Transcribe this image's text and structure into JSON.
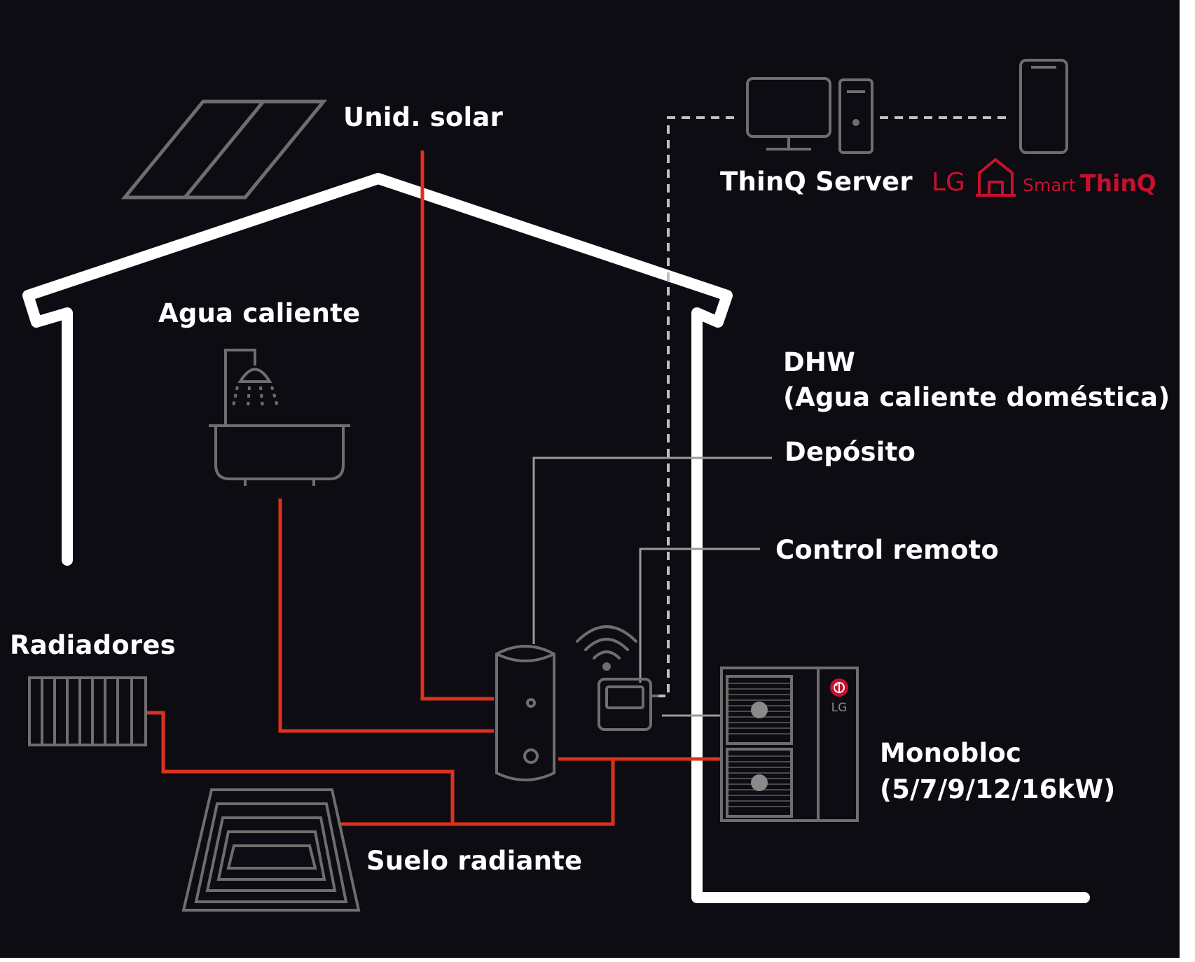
{
  "labels": {
    "solar": "Unid. solar",
    "thinq_server": "ThinQ Server",
    "hot_water": "Agua caliente",
    "dhw_line1": "DHW",
    "dhw_line2": "(Agua caliente doméstica)",
    "tank": "Depósito",
    "remote": "Control remoto",
    "radiators": "Radiadores",
    "monobloc_line1": "Monobloc",
    "monobloc_line2": "(5/7/9/12/16kW)",
    "underfloor": "Suelo radiante"
  },
  "brand": {
    "lg": "LG",
    "smart": "Smart",
    "thinq": "ThinQ",
    "unit_badge": "LG"
  },
  "colors": {
    "background": "#0c0c12",
    "house_outline": "#ffffff",
    "water_pipe": "#e0301e",
    "signal_line": "#bfbfbf",
    "icon_stroke": "#6e6e6e",
    "brand_red": "#c8102e"
  },
  "icons": [
    "solar-panel-icon",
    "desktop-computer-icon",
    "smartphone-icon",
    "smart-home-icon",
    "shower-bathtub-icon",
    "radiator-icon",
    "underfloor-heating-icon",
    "water-tank-icon",
    "wifi-icon",
    "remote-controller-icon",
    "heat-pump-unit-icon",
    "lg-logo-icon"
  ]
}
